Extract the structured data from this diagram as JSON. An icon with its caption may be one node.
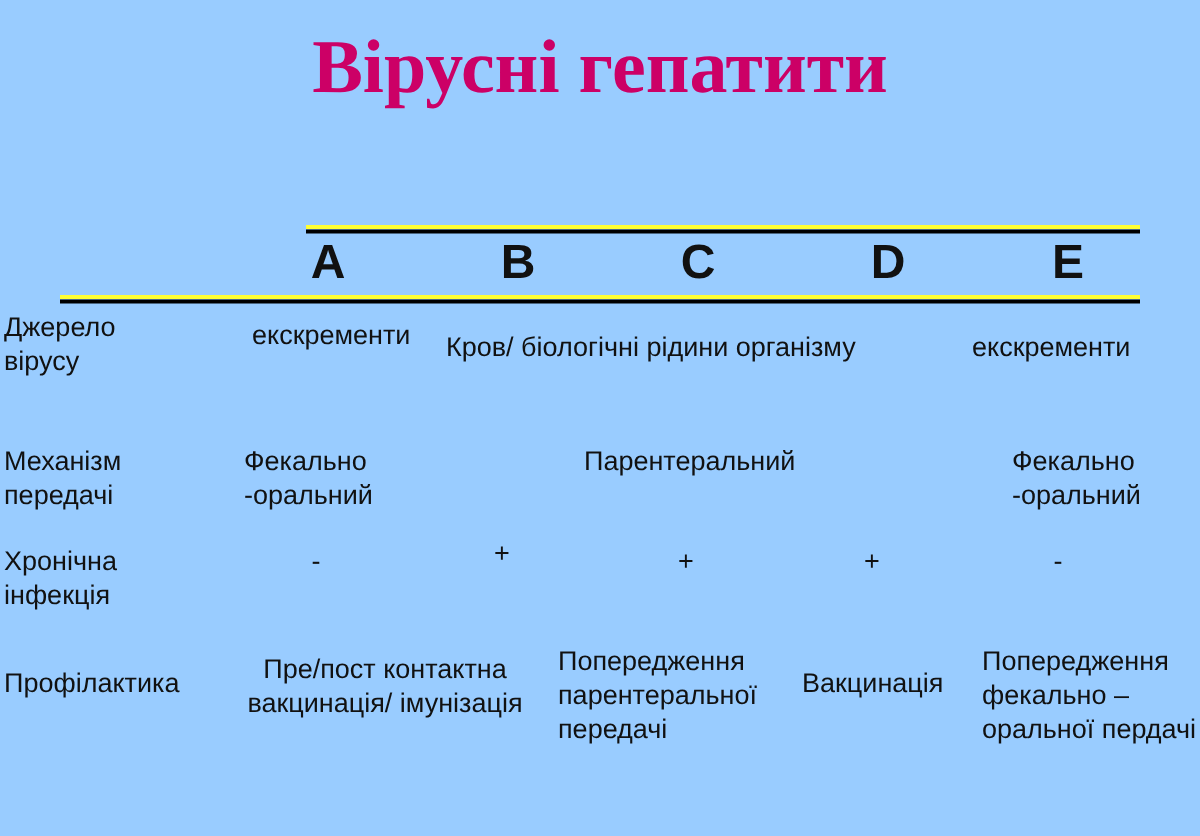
{
  "diagram": {
    "title": "Вірусні гепатити",
    "labels": [
      "A",
      "B",
      "C",
      "D",
      "E",
      "Джерело вірусу",
      "екскременти",
      "Кров/ біологічні рідини організму",
      "екскременти",
      "Механізм передачі",
      "Фекально -оральний",
      "Парентеральний",
      "Фекально -оральний",
      "Хронічна інфекція",
      "-",
      "+",
      "+",
      "+",
      "-",
      "Профілактика",
      "Пре/пост контактна вакцинація/ імунізація",
      "Попередження парентеральної передачі",
      "Вакцинація",
      "Попередження фекально – оральної пердачі"
    ]
  }
}
